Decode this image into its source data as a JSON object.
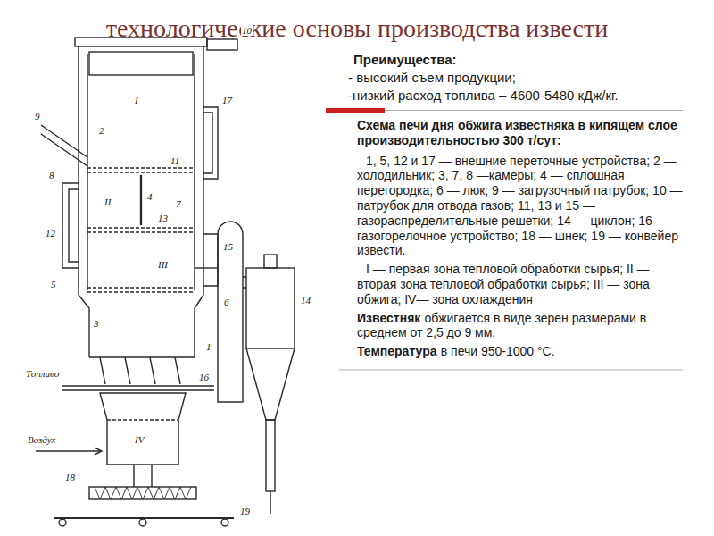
{
  "diagram": {
    "title": "технологические основы производства извести",
    "labels": [
      "Преимущества:",
      "- высокий съем продукции;",
      "-низкий расход топлива – 4600-5480 кДж/кг.",
      "Схема печи дня обжига известняка в кипящем слое производительностью 300 т/сут:",
      "1, 5, 12 и 17 — внешние переточные устройства; 2 — холодильник; 3, 7, 8 —камеры; 4 — сплошная перегородка; 6 — люк; 9 — загрузочный патрубок; 10 — патрубок для отвода газов; 11, 13 и 15 — газораспределительные решетки; 14 — циклон; 16 — газогорелочное устройство; 18 — шнек; 19 — конвейер извести.",
      "I — первая зона тепловой обработки сырья; II — вторая зона тепловой обработки сырья; III — зона обжига; IV— зона охлаждения",
      "Известняк",
      "обжигается в виде зерен размерами в среднем от 2,5 до 9 мм.",
      "Температура",
      "в печи 950-1000 °С.",
      "10",
      "9",
      "2",
      "11",
      "17",
      "8",
      "4",
      "12",
      "7",
      "13",
      "6",
      "5",
      "3",
      "15",
      "1",
      "16",
      "14",
      "18",
      "19",
      "Топливо",
      "Воздух",
      "I",
      "II",
      "III",
      "IV"
    ]
  }
}
